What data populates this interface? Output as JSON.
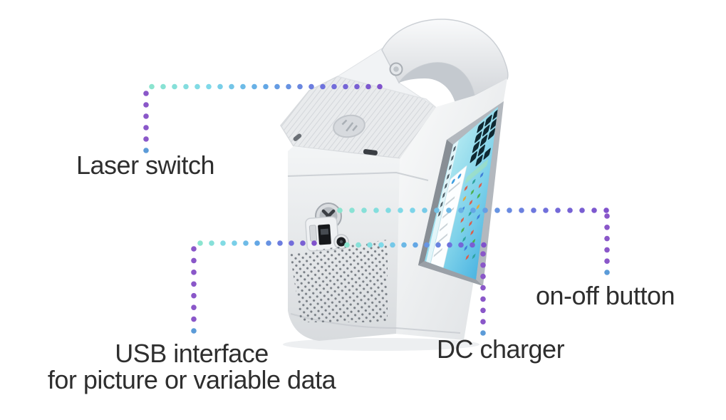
{
  "figure": {
    "alt": "White handheld laser marking machine with carry handle, side touchscreen, front ports and annotation callouts"
  },
  "callouts": {
    "laser_switch": {
      "label": "Laser switch"
    },
    "usb": {
      "line1": "USB interface",
      "line2": "for picture or variable data"
    },
    "dc": {
      "label": "DC charger"
    },
    "onoff": {
      "label": "on-off button"
    }
  },
  "palette": {
    "label_text": "#2e2e2e",
    "line_gradient": [
      "#8be4cf",
      "#7fd9e9",
      "#63a7e5",
      "#6e72dd",
      "#8052cc"
    ],
    "vertical_dot": "#8a57c9",
    "terminal_dot": "#5b9bd8",
    "screen_top": "#b9ecf2",
    "screen_bottom": "#3cabdf",
    "body_light": "#f6f7f8",
    "body_dark": "#d9dcdf"
  }
}
